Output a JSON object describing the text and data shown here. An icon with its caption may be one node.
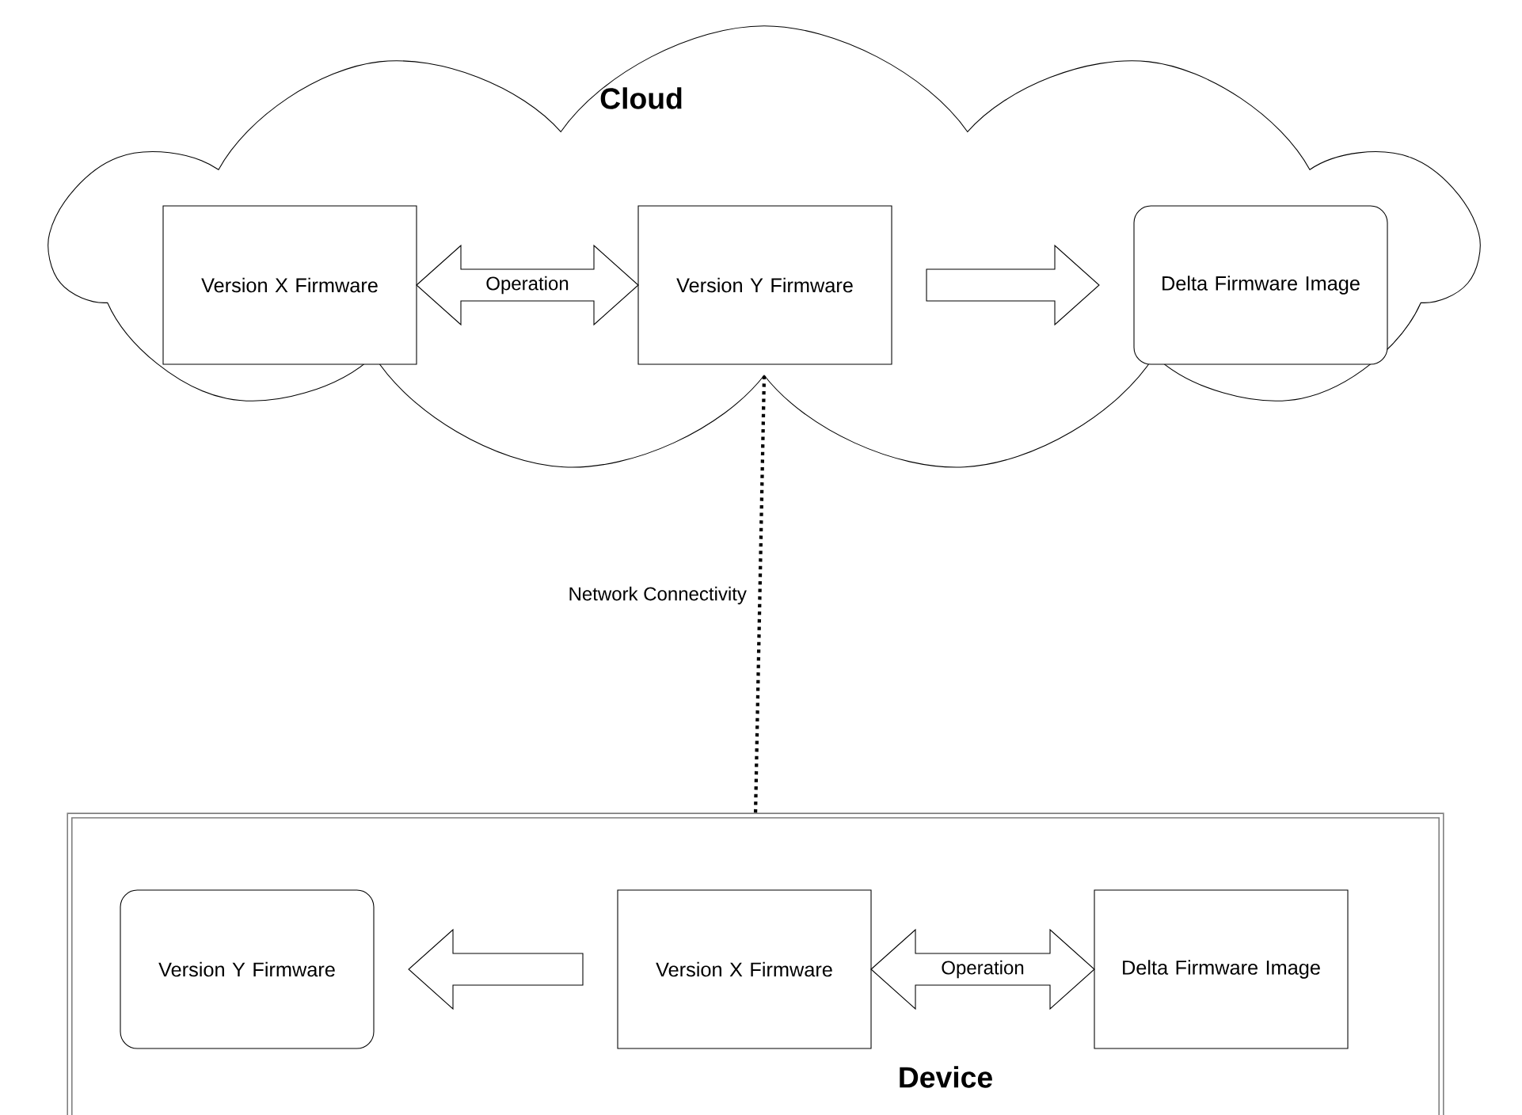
{
  "diagram": {
    "nodes": [
      {
        "text": [
          "Cloud"
        ]
      },
      {
        "text": [
          "Version X Firmware"
        ],
        "in": 0
      },
      {
        "text": [
          "Version Y Firmware"
        ],
        "in": 0
      },
      {
        "text": [
          "Delta Firmware Image"
        ],
        "in": 0
      },
      {
        "text": [
          "Device"
        ]
      },
      {
        "text": [
          "Version Y Firmware"
        ],
        "in": 4
      },
      {
        "text": [
          "Version X Firmware"
        ],
        "in": 4
      },
      {
        "text": [
          "Delta Firmware Image"
        ],
        "in": 4
      }
    ],
    "edges": [
      {
        "from": 1,
        "to": 2,
        "arrow": "both",
        "label": "Operation"
      },
      {
        "from": 2,
        "to": 3,
        "arrow": "to"
      },
      {
        "from": 6,
        "to": 5,
        "arrow": "to"
      },
      {
        "from": 6,
        "to": 7,
        "arrow": "both",
        "label": "Operation"
      },
      {
        "from": 0,
        "to": 4,
        "arrow": "none",
        "style": "dashed",
        "label": "Network Connectivity"
      }
    ]
  }
}
